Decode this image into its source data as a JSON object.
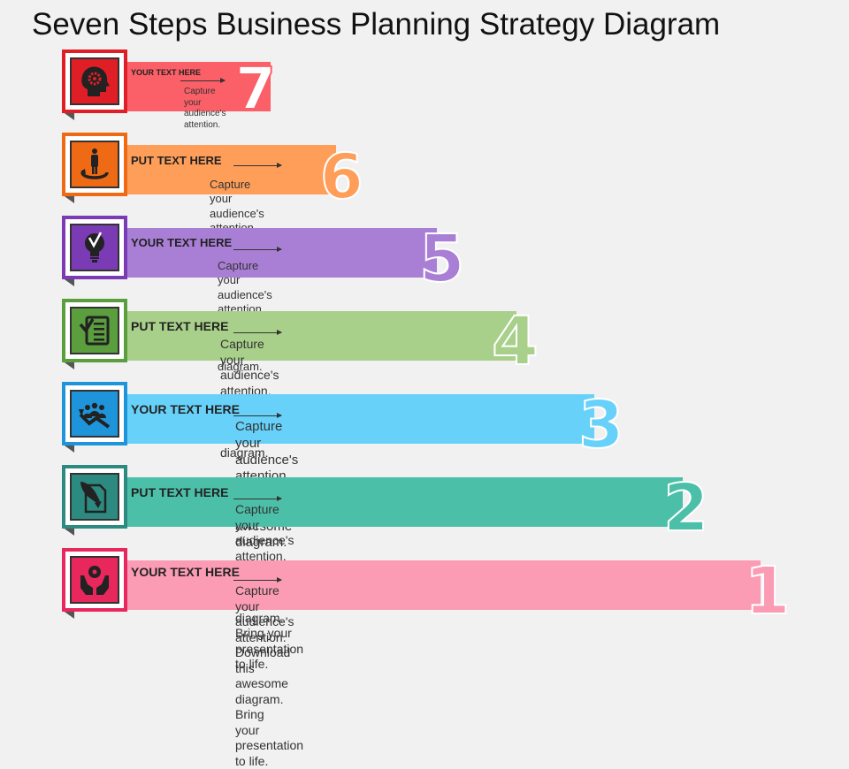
{
  "title": "Seven Steps Business Planning Strategy Diagram",
  "steps": [
    {
      "number": "7",
      "heading": "YOUR TEXT HERE",
      "desc_line1": "Capture your",
      "desc_line2": "audience's",
      "desc_line3": "attention.",
      "color": "#fb5f67",
      "frame": "#e01e26",
      "icon": "head-gear-icon"
    },
    {
      "number": "6",
      "heading": "PUT TEXT HERE",
      "desc_line1": "Capture your",
      "desc_line2": "audience's attention.",
      "desc_line3": "",
      "color": "#fe9e59",
      "frame": "#ef6a14",
      "icon": "person-cycle-icon"
    },
    {
      "number": "5",
      "heading": "YOUR TEXT HERE",
      "desc_line1": "Capture your audience's attention.",
      "desc_line2": "Download this awesome diagram.",
      "desc_line3": "",
      "color": "#a97fd6",
      "frame": "#7a3bb5",
      "icon": "lightbulb-icon"
    },
    {
      "number": "4",
      "heading": "PUT TEXT HERE",
      "desc_line1": "Capture your audience's attention. Download this",
      "desc_line2": "awesome diagram.",
      "desc_line3": "",
      "color": "#a8d08a",
      "frame": "#5a9e3e",
      "icon": "checklist-icon"
    },
    {
      "number": "3",
      "heading": "YOUR TEXT HERE",
      "desc_line1": "Capture your audience's attention. Download this",
      "desc_line2": "awesome diagram.",
      "desc_line3": "",
      "color": "#67d1f9",
      "frame": "#1e95da",
      "icon": "team-growth-icon"
    },
    {
      "number": "2",
      "heading": "PUT TEXT HERE",
      "desc_line1": "Capture your audience's attention. Download this awesome diagram.",
      "desc_line2": "Bring your presentation to life.",
      "desc_line3": "",
      "color": "#4cbfa9",
      "frame": "#2d8a80",
      "icon": "document-rocket-icon"
    },
    {
      "number": "1",
      "heading": "YOUR TEXT HERE",
      "desc_line1": "Capture your audience's attention. Download this awesome diagram. Bring",
      "desc_line2": "your presentation to life.",
      "desc_line3": "",
      "color": "#fb9cb4",
      "frame": "#e8275d",
      "icon": "hands-piggybank-icon"
    }
  ]
}
